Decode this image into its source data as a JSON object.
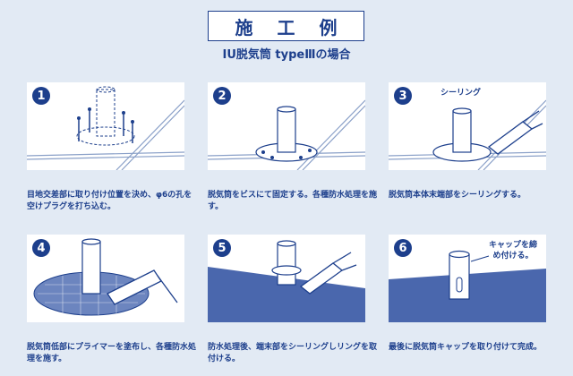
{
  "header": {
    "title": "施 工 例",
    "subtitle": "IU脱気筒 typeⅢの場合"
  },
  "steps": [
    {
      "number": "1",
      "caption": "目地交差部に取り付け位置を決め、φ6の孔を空けプラグを打ち込む。"
    },
    {
      "number": "2",
      "caption": "脱気筒をビスにて固定する。各種防水処理を施す。"
    },
    {
      "number": "3",
      "caption": "脱気筒本体末端部をシーリングする。",
      "note": "シーリング"
    },
    {
      "number": "4",
      "caption": "脱気筒低部にプライマーを塗布し、各種防水処理を施す。"
    },
    {
      "number": "5",
      "caption": "防水処理後、端末部をシーリングしリングを取付ける。"
    },
    {
      "number": "6",
      "caption": "最後に脱気筒キャップを取り付けて完成。",
      "note": "キャップを締め付ける。"
    }
  ],
  "colors": {
    "primary": "#1d3f8c",
    "panel_bg": "#ffffff",
    "page_bg": "#e2eaf4",
    "fill_blue": "#4a67ad",
    "line_gray": "#8aa0c8"
  }
}
